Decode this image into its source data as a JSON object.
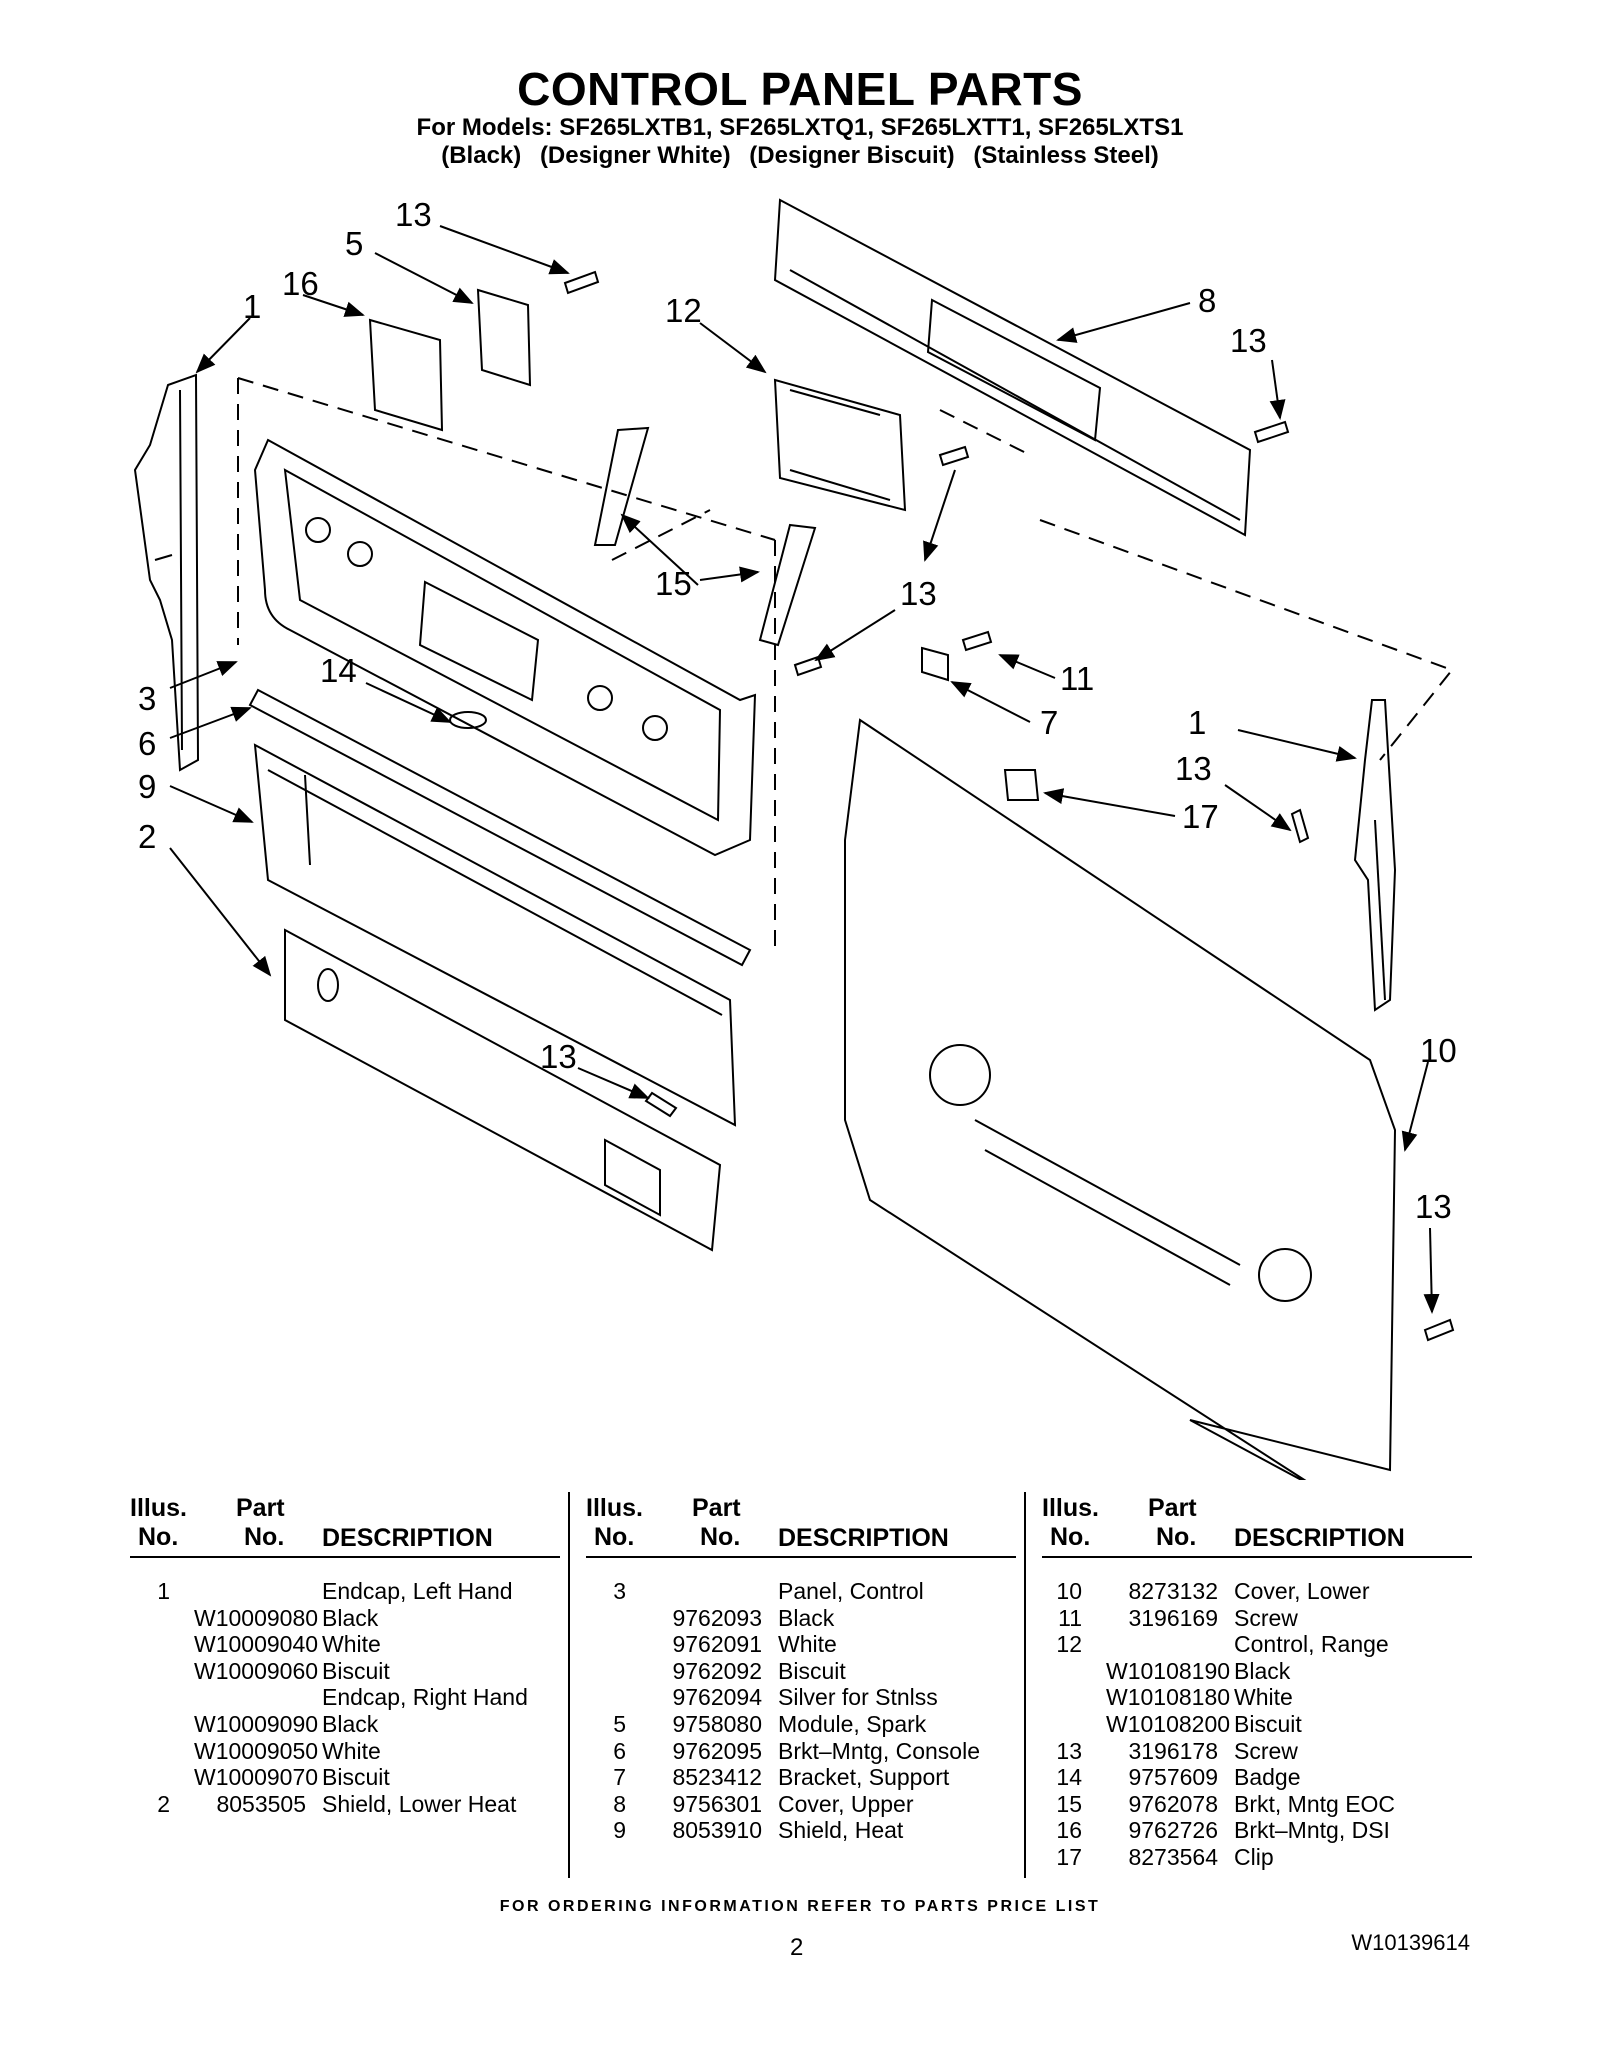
{
  "header": {
    "title": "CONTROL PANEL PARTS",
    "models": "For Models: SF265LXTB1, SF265LXTQ1, SF265LXTT1, SF265LXTS1",
    "colors": [
      "(Black)",
      "(Designer White)",
      "(Designer Biscuit)",
      "(Stainless Steel)"
    ]
  },
  "callouts": [
    "13",
    "5",
    "16",
    "1",
    "12",
    "8",
    "13",
    "15",
    "13",
    "11",
    "7",
    "3",
    "14",
    "6",
    "9",
    "2",
    "1",
    "13",
    "17",
    "13",
    "10",
    "13"
  ],
  "table_headers": {
    "illus_top": "Illus.",
    "illus_bottom": "No.",
    "part_top": "Part",
    "part_bottom": "No.",
    "description": "DESCRIPTION"
  },
  "parts_table": [
    [
      {
        "illus": "1",
        "part": "",
        "desc": "Endcap, Left Hand"
      },
      {
        "illus": "",
        "part": "W10009080",
        "desc": "Black"
      },
      {
        "illus": "",
        "part": "W10009040",
        "desc": "White"
      },
      {
        "illus": "",
        "part": "W10009060",
        "desc": "Biscuit"
      },
      {
        "illus": "",
        "part": "",
        "desc": "Endcap, Right Hand"
      },
      {
        "illus": "",
        "part": "W10009090",
        "desc": "Black"
      },
      {
        "illus": "",
        "part": "W10009050",
        "desc": "White"
      },
      {
        "illus": "",
        "part": "W10009070",
        "desc": "Biscuit"
      },
      {
        "illus": "2",
        "part": "8053505",
        "desc": "Shield, Lower Heat"
      }
    ],
    [
      {
        "illus": "3",
        "part": "",
        "desc": "Panel, Control"
      },
      {
        "illus": "",
        "part": "9762093",
        "desc": "Black"
      },
      {
        "illus": "",
        "part": "9762091",
        "desc": "White"
      },
      {
        "illus": "",
        "part": "9762092",
        "desc": "Biscuit"
      },
      {
        "illus": "",
        "part": "9762094",
        "desc": "Silver for Stnlss"
      },
      {
        "illus": "5",
        "part": "9758080",
        "desc": "Module, Spark"
      },
      {
        "illus": "6",
        "part": "9762095",
        "desc": "Brkt–Mntg, Console"
      },
      {
        "illus": "7",
        "part": "8523412",
        "desc": "Bracket, Support"
      },
      {
        "illus": "8",
        "part": "9756301",
        "desc": "Cover, Upper"
      },
      {
        "illus": "9",
        "part": "8053910",
        "desc": "Shield, Heat"
      }
    ],
    [
      {
        "illus": "10",
        "part": "8273132",
        "desc": "Cover, Lower"
      },
      {
        "illus": "11",
        "part": "3196169",
        "desc": "Screw"
      },
      {
        "illus": "12",
        "part": "",
        "desc": "Control, Range"
      },
      {
        "illus": "",
        "part": "W10108190",
        "desc": "Black"
      },
      {
        "illus": "",
        "part": "W10108180",
        "desc": "White"
      },
      {
        "illus": "",
        "part": "W10108200",
        "desc": "Biscuit"
      },
      {
        "illus": "13",
        "part": "3196178",
        "desc": "Screw"
      },
      {
        "illus": "14",
        "part": "9757609",
        "desc": "Badge"
      },
      {
        "illus": "15",
        "part": "9762078",
        "desc": "Brkt, Mntg EOC"
      },
      {
        "illus": "16",
        "part": "9762726",
        "desc": "Brkt–Mntg, DSI"
      },
      {
        "illus": "17",
        "part": "8273564",
        "desc": "Clip"
      }
    ]
  ],
  "footer": {
    "ordering_note": "FOR ORDERING INFORMATION REFER TO PARTS PRICE LIST",
    "page_number": "2",
    "document_number": "W10139614"
  }
}
